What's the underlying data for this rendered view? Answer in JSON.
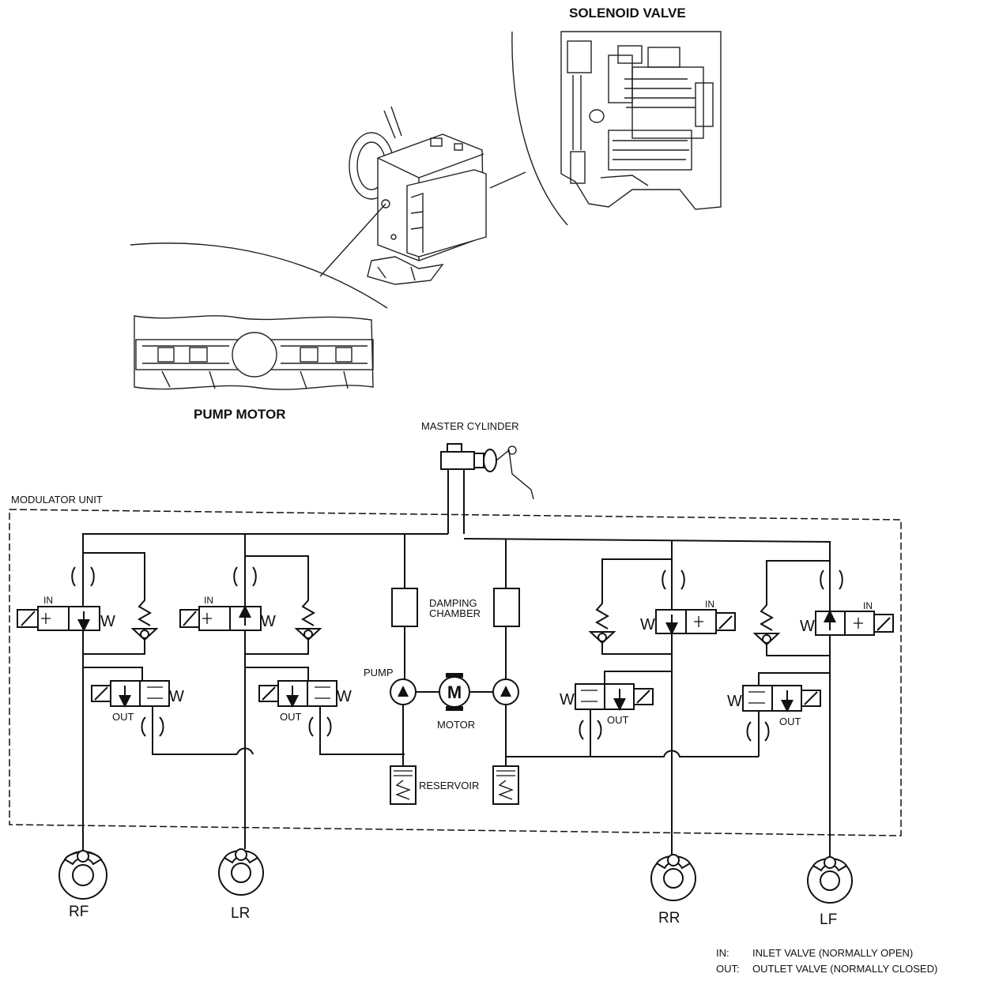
{
  "labels": {
    "solenoid_valve": "SOLENOID VALVE",
    "pump_motor": "PUMP MOTOR",
    "master_cylinder": "MASTER CYLINDER",
    "modulator_unit": "MODULATOR UNIT",
    "damping_chamber_1": "DAMPING",
    "damping_chamber_2": "CHAMBER",
    "pump": "PUMP",
    "motor": "MOTOR",
    "motor_symbol": "M",
    "reservoir": "RESERVOIR",
    "in": "IN",
    "out": "OUT",
    "w": "W"
  },
  "wheels": {
    "rf": "RF",
    "lr": "LR",
    "rr": "RR",
    "lf": "LF"
  },
  "legend": {
    "in_key": "IN:",
    "in_text": "INLET VALVE (NORMALLY OPEN)",
    "out_key": "OUT:",
    "out_text": "OUTLET VALVE (NORMALLY CLOSED)"
  }
}
